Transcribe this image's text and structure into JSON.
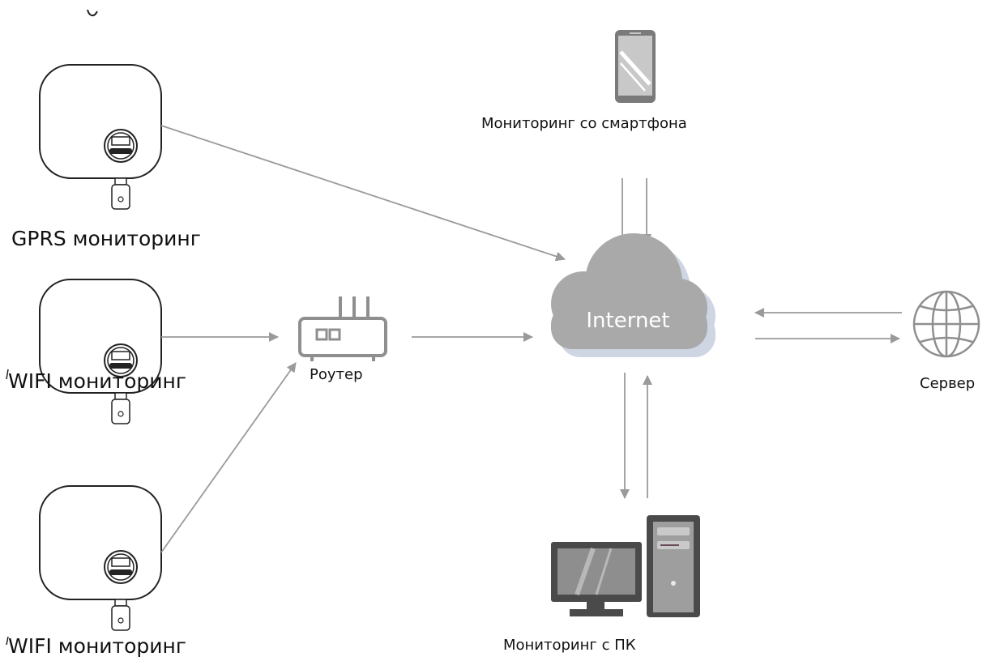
{
  "labels": {
    "gprs": "GPRS мониторинг",
    "wifi_1": "WIFI мониторинг",
    "wifi_2": "WIFI мониторинг",
    "router": "Роутер",
    "smartphone": "Мониторинг со смартфона",
    "internet": "Internet",
    "server": "Сервер",
    "pc": "Мониторинг с ПК"
  },
  "colors": {
    "line": "#9a9a9a",
    "device_outline": "#222222",
    "router": "#8f8f8f",
    "cloud": "#a9a9a9",
    "cloud_shadow": "#cfd6e3",
    "phone": "#7a7a7a",
    "pc": "#4a4a4a",
    "tower": "#9e9e9e"
  },
  "icons": [
    "inverter-icon",
    "usb-dongle-icon",
    "router-icon",
    "smartphone-icon",
    "cloud-icon",
    "globe-icon",
    "monitor-icon",
    "pc-tower-icon"
  ]
}
